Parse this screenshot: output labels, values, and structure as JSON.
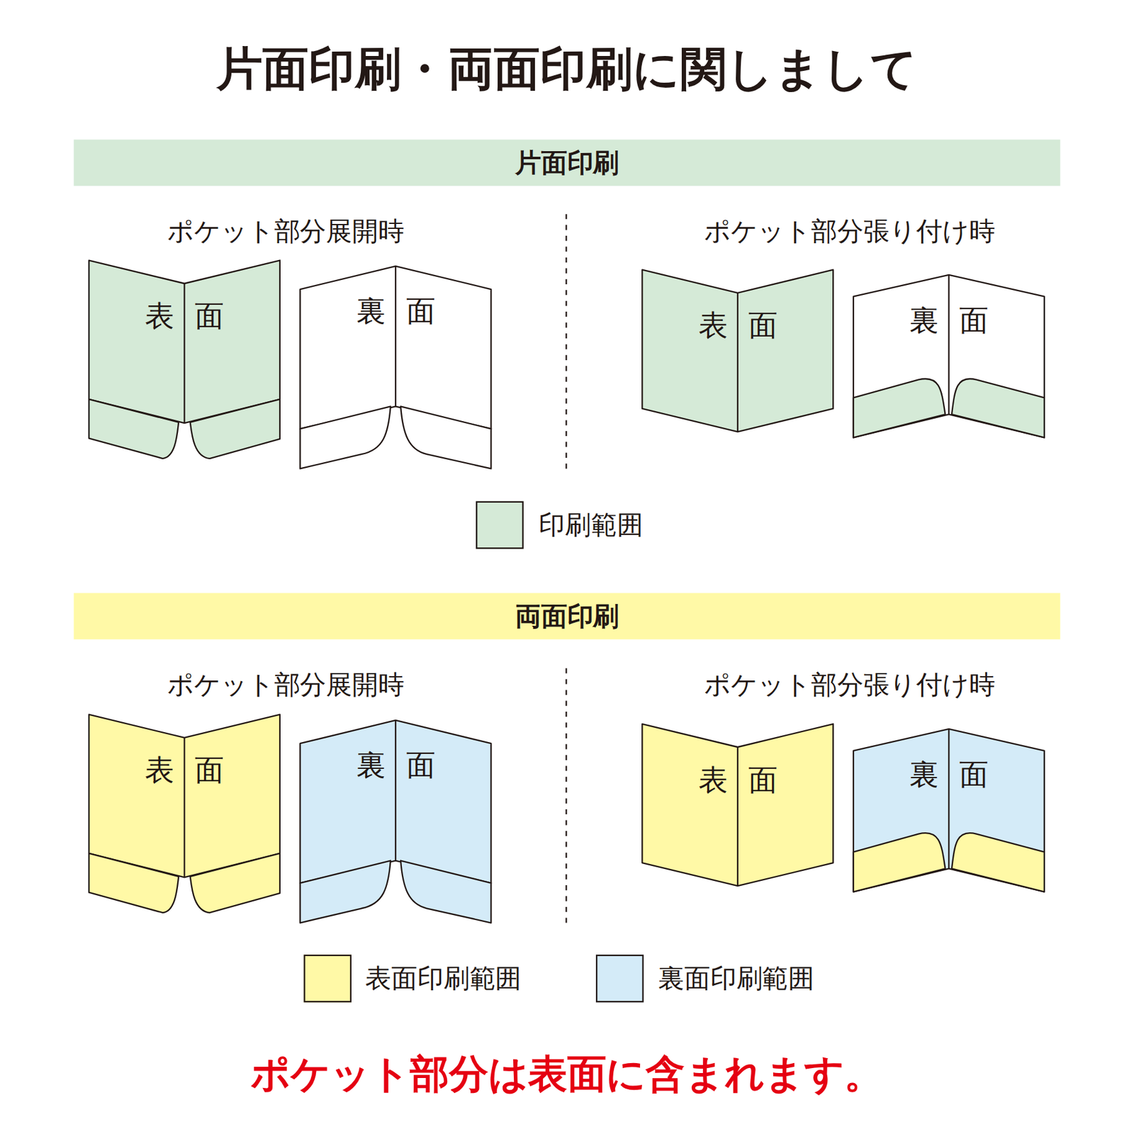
{
  "diagram": {
    "title": "片面印刷・両面印刷に関しまして",
    "nodes": [
      {
        "text": [
          "片面印刷"
        ]
      },
      {
        "text": [
          "表 面"
        ]
      },
      {
        "text": [
          "裏 面"
        ]
      },
      {
        "text": [
          "表 面"
        ]
      },
      {
        "text": [
          "裏 面"
        ]
      },
      {
        "text": [
          "両面印刷"
        ]
      },
      {
        "text": [
          "表 面"
        ]
      },
      {
        "text": [
          "裏 面"
        ]
      },
      {
        "text": [
          "表 面"
        ]
      },
      {
        "text": [
          "裏 面"
        ]
      }
    ],
    "labels": [
      "ポケット部分展開時",
      "ポケット部分張り付け時",
      "ポケット部分展開時",
      "ポケット部分張り付け時",
      "ポケット部分は表面に含まれます。"
    ],
    "legend": [
      {
        "text": "印刷範囲",
        "color": "#d5ead7"
      },
      {
        "text": "表面印刷範囲",
        "color": "#fff9a6"
      },
      {
        "text": "裏面印刷範囲",
        "color": "#d4ebf8"
      }
    ]
  }
}
